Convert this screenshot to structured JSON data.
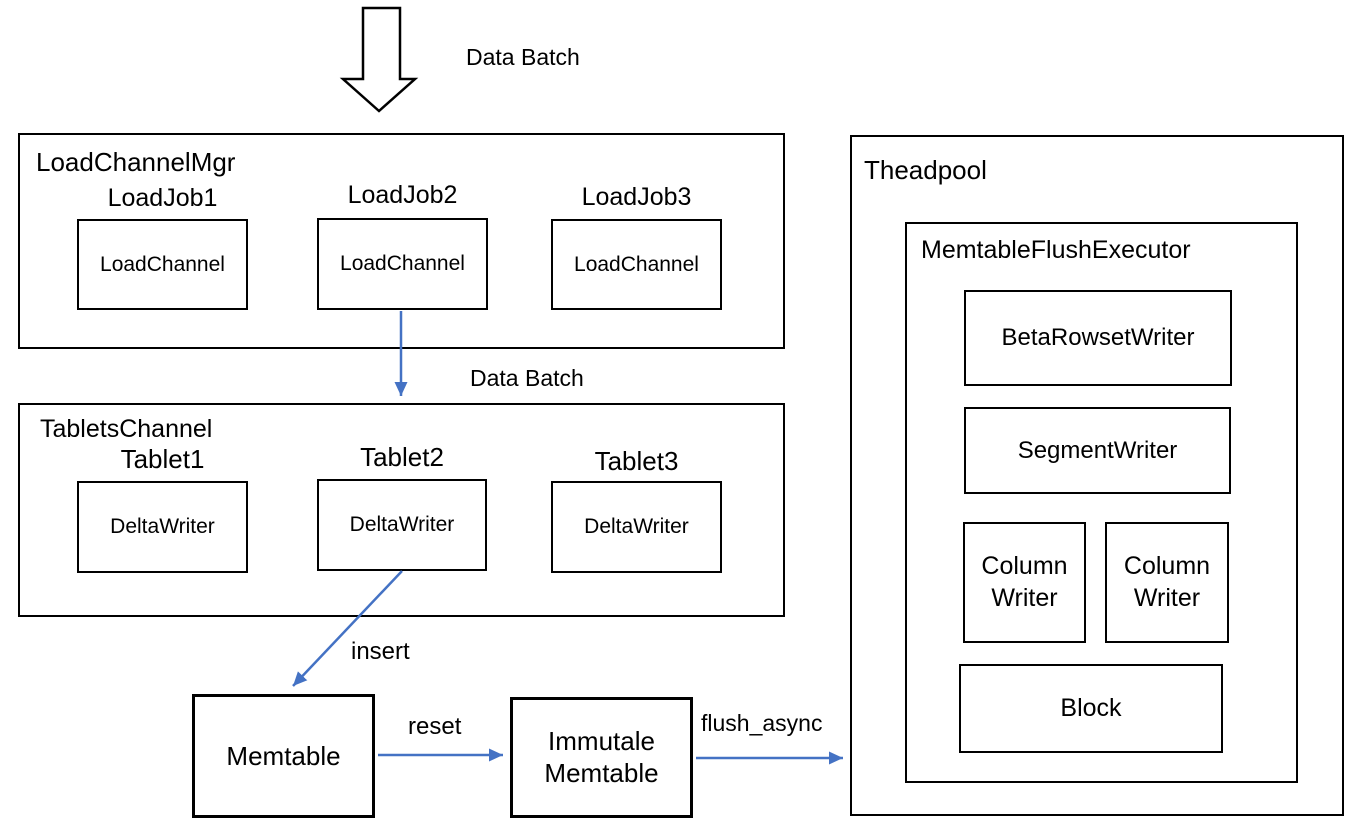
{
  "colors": {
    "arrow_blue": "#4472C4",
    "line_black": "#000000",
    "background": "#ffffff"
  },
  "top": {
    "data_batch_label": "Data Batch"
  },
  "edges": {
    "data_batch": "Data Batch",
    "insert": "insert",
    "reset": "reset",
    "flush_async": "flush_async"
  },
  "load_channel_mgr": {
    "title": "LoadChannelMgr",
    "jobs": [
      {
        "label": "LoadJob1",
        "channel": "LoadChannel"
      },
      {
        "label": "LoadJob2",
        "channel": "LoadChannel"
      },
      {
        "label": "LoadJob3",
        "channel": "LoadChannel"
      }
    ]
  },
  "tablets_channel": {
    "title": "TabletsChannel",
    "tablets": [
      {
        "label": "Tablet1",
        "writer": "DeltaWriter"
      },
      {
        "label": "Tablet2",
        "writer": "DeltaWriter"
      },
      {
        "label": "Tablet3",
        "writer": "DeltaWriter"
      }
    ]
  },
  "memtable": {
    "label": "Memtable"
  },
  "immutable_memtable": {
    "label": "Immutale Memtable"
  },
  "threadpool": {
    "title": "Theadpool",
    "executor": {
      "title": "MemtableFlushExecutor",
      "beta_rowset_writer": "BetaRowsetWriter",
      "segment_writer": "SegmentWriter",
      "column_writer_1": "Column Writer",
      "column_writer_2": "Column Writer",
      "block": "Block"
    }
  }
}
